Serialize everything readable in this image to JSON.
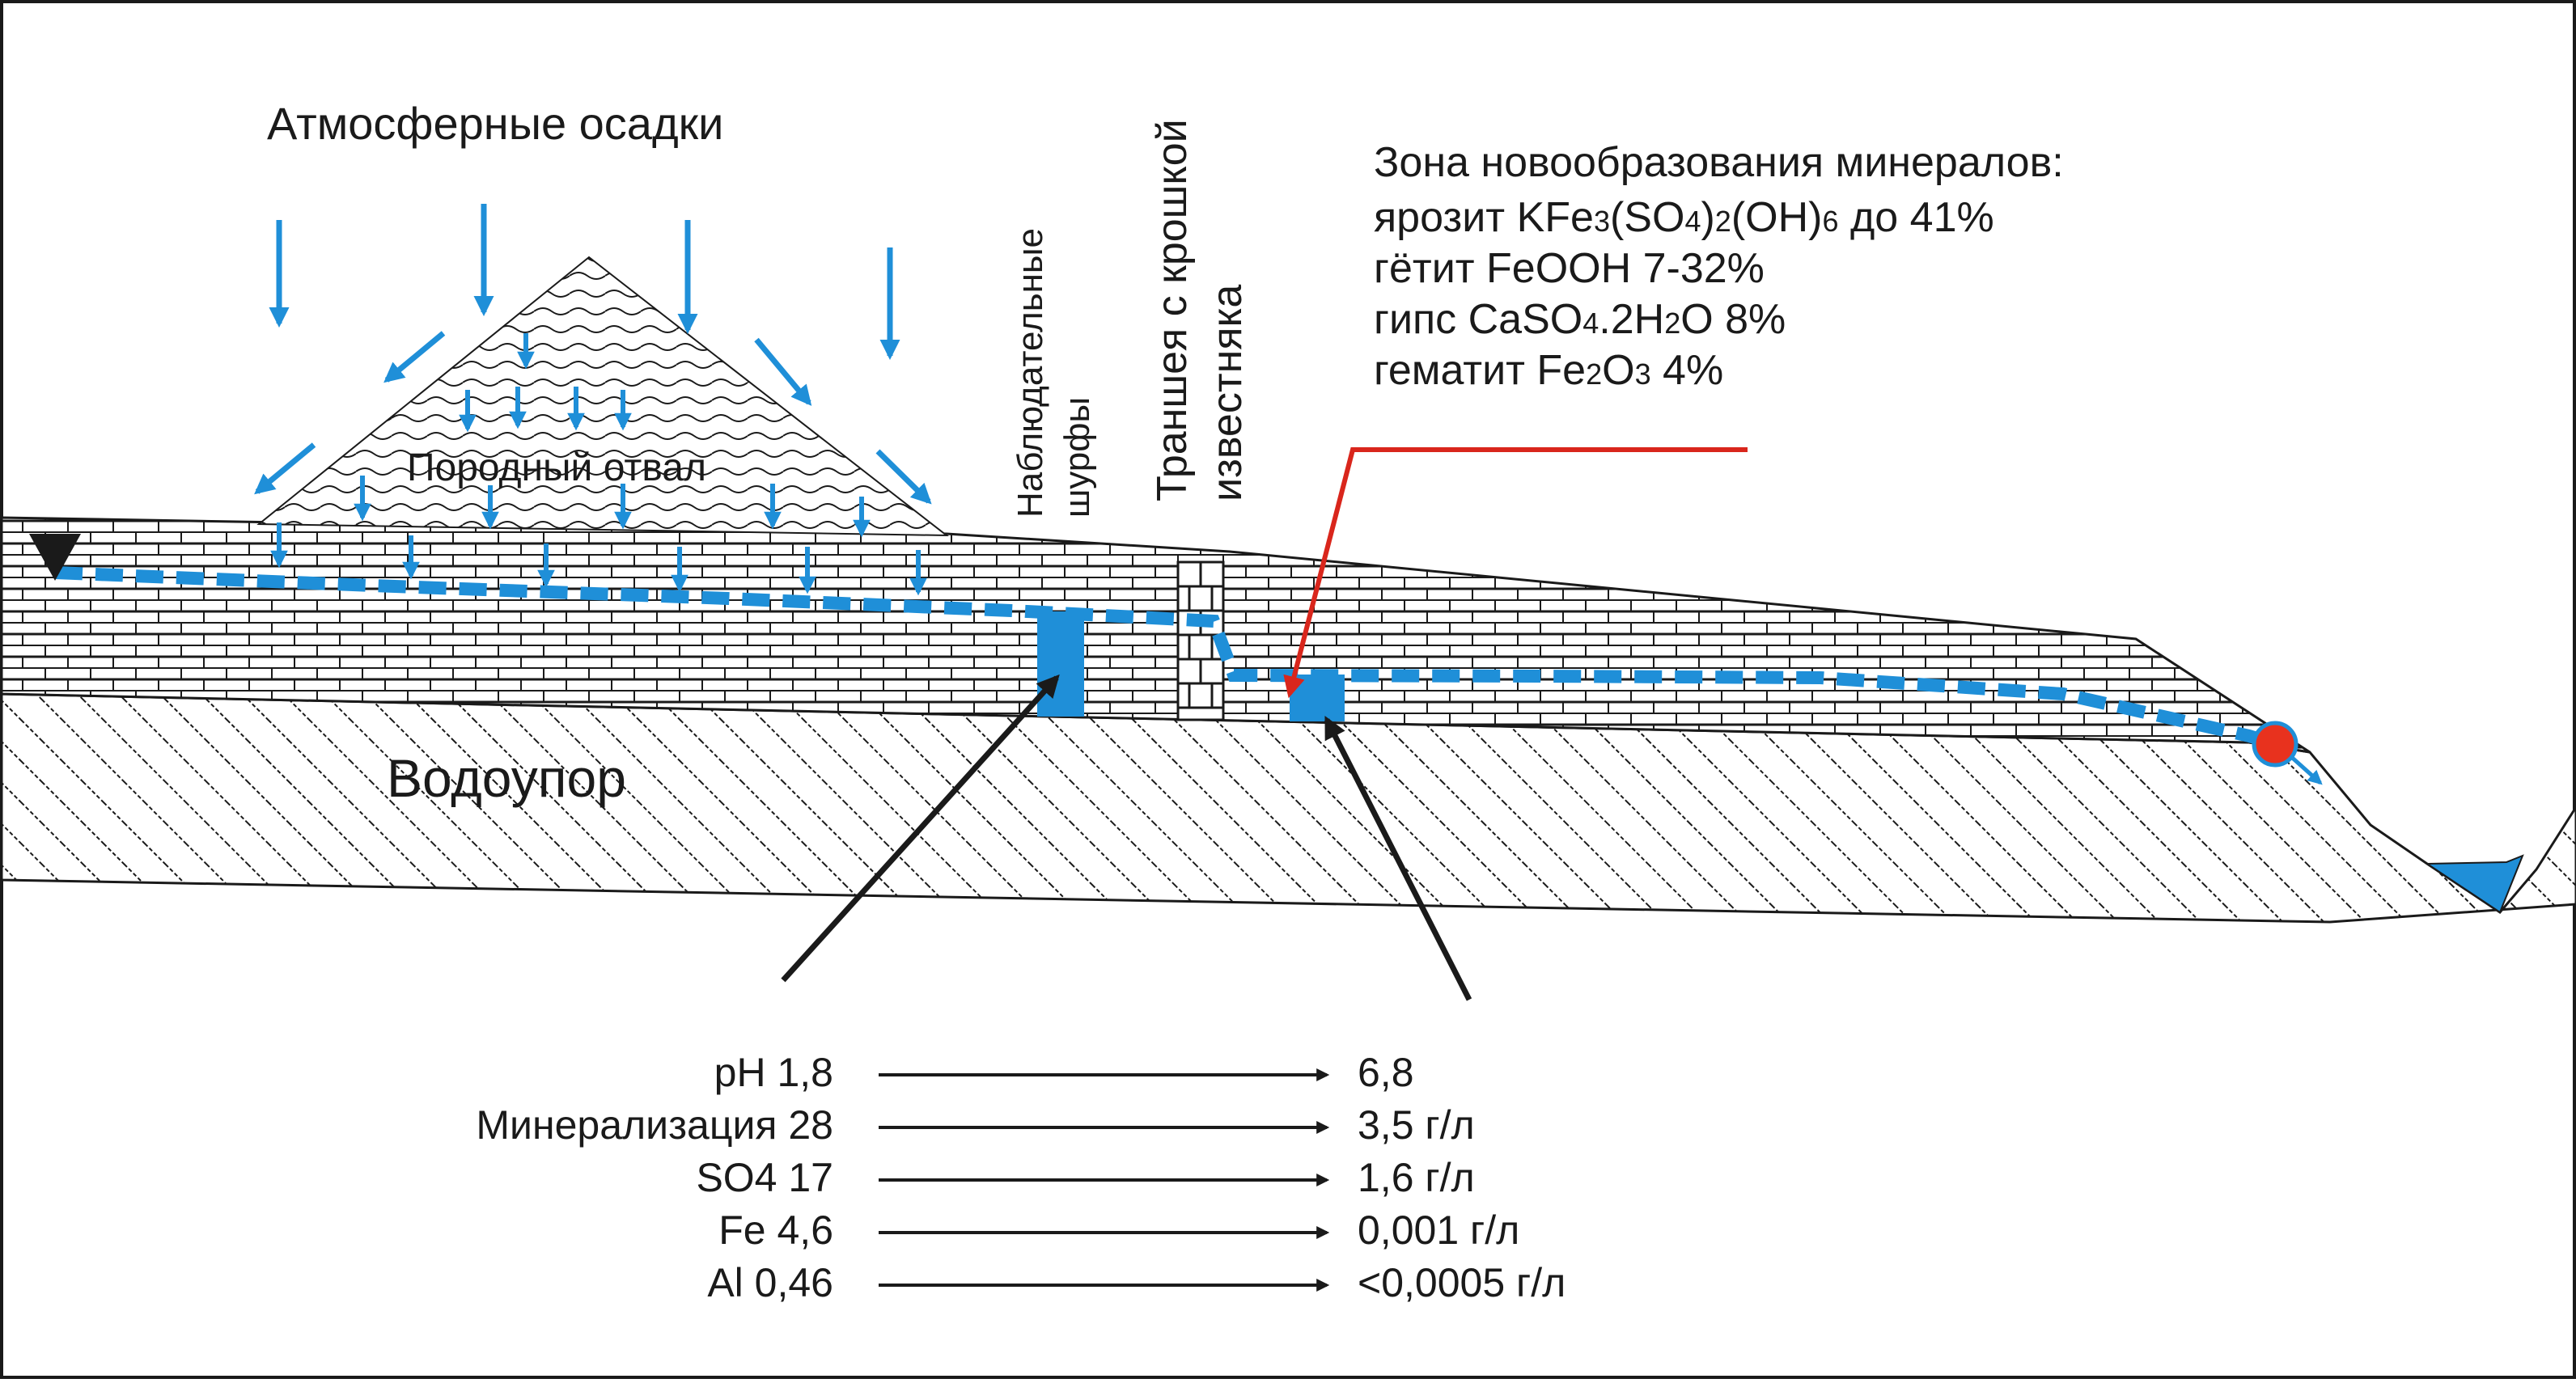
{
  "labels": {
    "precipitation": "Атмосферные осадки",
    "dump": "Породный отвал",
    "aquitard": "Водоупор",
    "pits_line1": "Наблюдательные",
    "pits_line2": "шурфы",
    "trench_line1": "Траншея с крошкой",
    "trench_line2": "известняка"
  },
  "minerals": {
    "title": "Зона новообразования минералов:",
    "items": [
      {
        "name": "ярозит",
        "formula_parts": [
          [
            "KFe",
            false
          ],
          [
            "3",
            true
          ],
          [
            "(SO",
            false
          ],
          [
            "4",
            true
          ],
          [
            ")",
            false
          ],
          [
            "2",
            true
          ],
          [
            "(OH)",
            false
          ],
          [
            "6",
            true
          ]
        ],
        "value": "до 41%"
      },
      {
        "name": "гётит",
        "formula_parts": [
          [
            "FeOOH",
            false
          ]
        ],
        "value": "7-32%"
      },
      {
        "name": "гипс",
        "formula_parts": [
          [
            "CaSO",
            false
          ],
          [
            "4",
            true
          ],
          [
            ".2H",
            false
          ],
          [
            "2",
            true
          ],
          [
            "O",
            false
          ]
        ],
        "value": "8%"
      },
      {
        "name": "гематит",
        "formula_parts": [
          [
            "Fe",
            false
          ],
          [
            "2",
            true
          ],
          [
            "O",
            false
          ],
          [
            "3",
            true
          ]
        ],
        "value": "4%"
      }
    ]
  },
  "chemistry": {
    "rows": [
      {
        "param": "pH",
        "before": "1,8",
        "after": "6,8"
      },
      {
        "param": "Минерализация",
        "before": "28",
        "after": "3,5 г/л"
      },
      {
        "param": "SO4",
        "before": "17",
        "after": "1,6 г/л"
      },
      {
        "param": "Fe",
        "before": "4,6",
        "after": "0,001 г/л"
      },
      {
        "param": "Al",
        "before": "0,46",
        "after": "<0,0005 г/л"
      }
    ]
  },
  "colors": {
    "water": "#1f8fd8",
    "callout_red": "#d9261c",
    "outflow_point": "#e8321e",
    "outline": "#1a1a1a"
  },
  "icons": {
    "water_table_marker": "down-triangle-icon",
    "rain": "down-arrow-icon"
  }
}
